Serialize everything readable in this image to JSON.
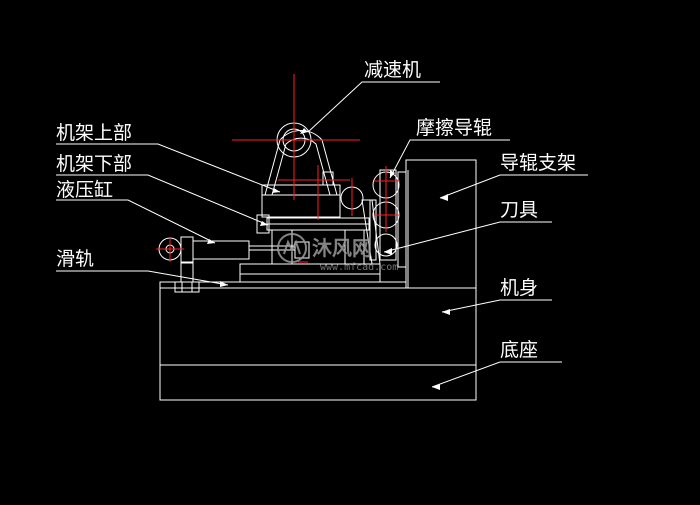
{
  "diagram": {
    "labels": {
      "reducer": "减速机",
      "upper_frame": "机架上部",
      "lower_frame": "机架下部",
      "hydraulic_cylinder": "液压缸",
      "slide_rail": "滑轨",
      "friction_roller": "摩擦导辊",
      "roller_bracket": "导辊支架",
      "cutter": "刀具",
      "machine_body": "机身",
      "base": "底座"
    },
    "colors": {
      "background": "#000000",
      "outline": "#ffffff",
      "centerline": "#ff2020",
      "text": "#ffffff"
    }
  },
  "watermark": {
    "name": "沐风网",
    "url": "www.mfcad.com",
    "logo_icon": "mf-logo-icon"
  }
}
